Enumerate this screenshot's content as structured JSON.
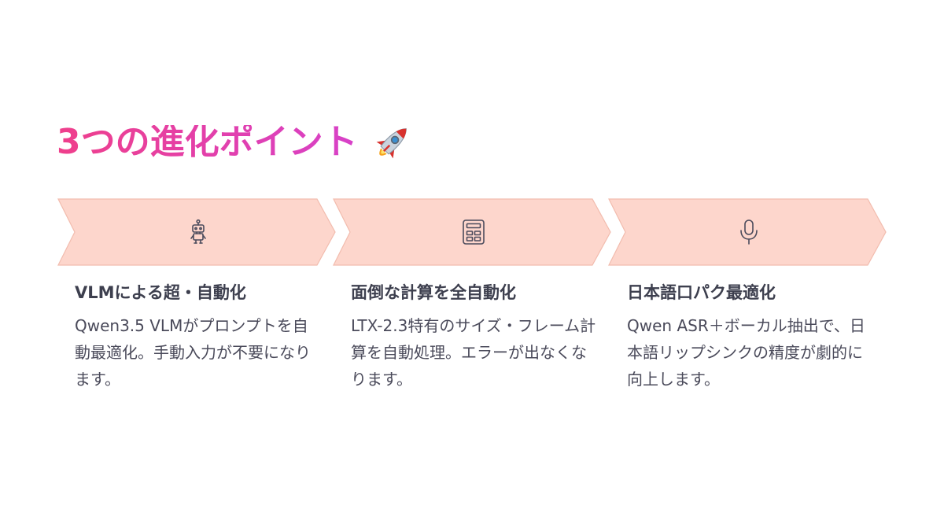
{
  "title": {
    "text": "3つの進化ポイント",
    "icon": "rocket-icon"
  },
  "colors": {
    "title_start": "#ef3f8b",
    "title_end": "#d741c9",
    "chevron_fill": "#fdd6cc",
    "chevron_stroke": "#f2bcae",
    "icon_stroke": "#4b4b5c",
    "heading": "#3d3f4e",
    "body_text": "#4a4a5a"
  },
  "steps": [
    {
      "icon": "robot-icon",
      "heading": "VLMによる超・自動化",
      "body": "Qwen3.5 VLMがプロンプトを自動最適化。手動入力が不要になります。"
    },
    {
      "icon": "calculator-icon",
      "heading": "面倒な計算を全自動化",
      "body": "LTX-2.3特有のサイズ・フレーム計算を自動処理。エラーが出なくなります。"
    },
    {
      "icon": "microphone-icon",
      "heading": "日本語口パク最適化",
      "body": "Qwen ASR＋ボーカル抽出で、日本語リップシンクの精度が劇的に向上します。"
    }
  ]
}
